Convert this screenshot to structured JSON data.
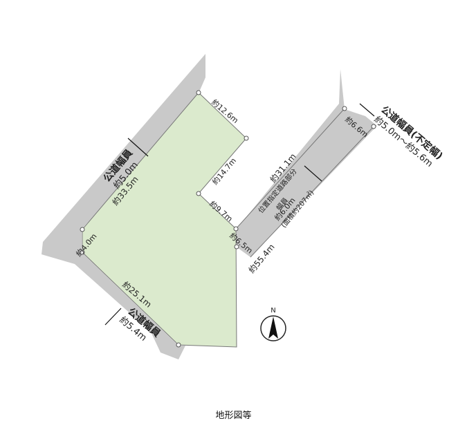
{
  "caption": "地形図等",
  "north": "N",
  "colors": {
    "lot_fill": "#dbeacd",
    "road_fill": "#c9c9c9",
    "line": "#777777",
    "text": "#222222"
  },
  "labels": {
    "edge_top": "約12.6m",
    "edge_notch_upper": "約14.7m",
    "edge_notch_lower": "約9.7m",
    "edge_inner_right": "約6.5m",
    "edge_left": "約33.5m",
    "edge_left_short": "約4.0m",
    "edge_bottom": "約25.1m",
    "edge_right_long": "約55.4m",
    "easement_length": "約31.1m",
    "easement_title": "位置指定道路部分",
    "easement_width_label": "幅員",
    "easement_width": "約6.0m",
    "easement_area": "(面積約207㎡)",
    "road_top_right_edge": "約6.6m",
    "road_left_title": "公道幅員",
    "road_left_width": "約5.0m",
    "road_bottom_title": "公道幅員",
    "road_bottom_width": "約5.4m",
    "road_right_title": "公道幅員(不定幅)",
    "road_right_width": "約5.0m～約5.6m"
  }
}
